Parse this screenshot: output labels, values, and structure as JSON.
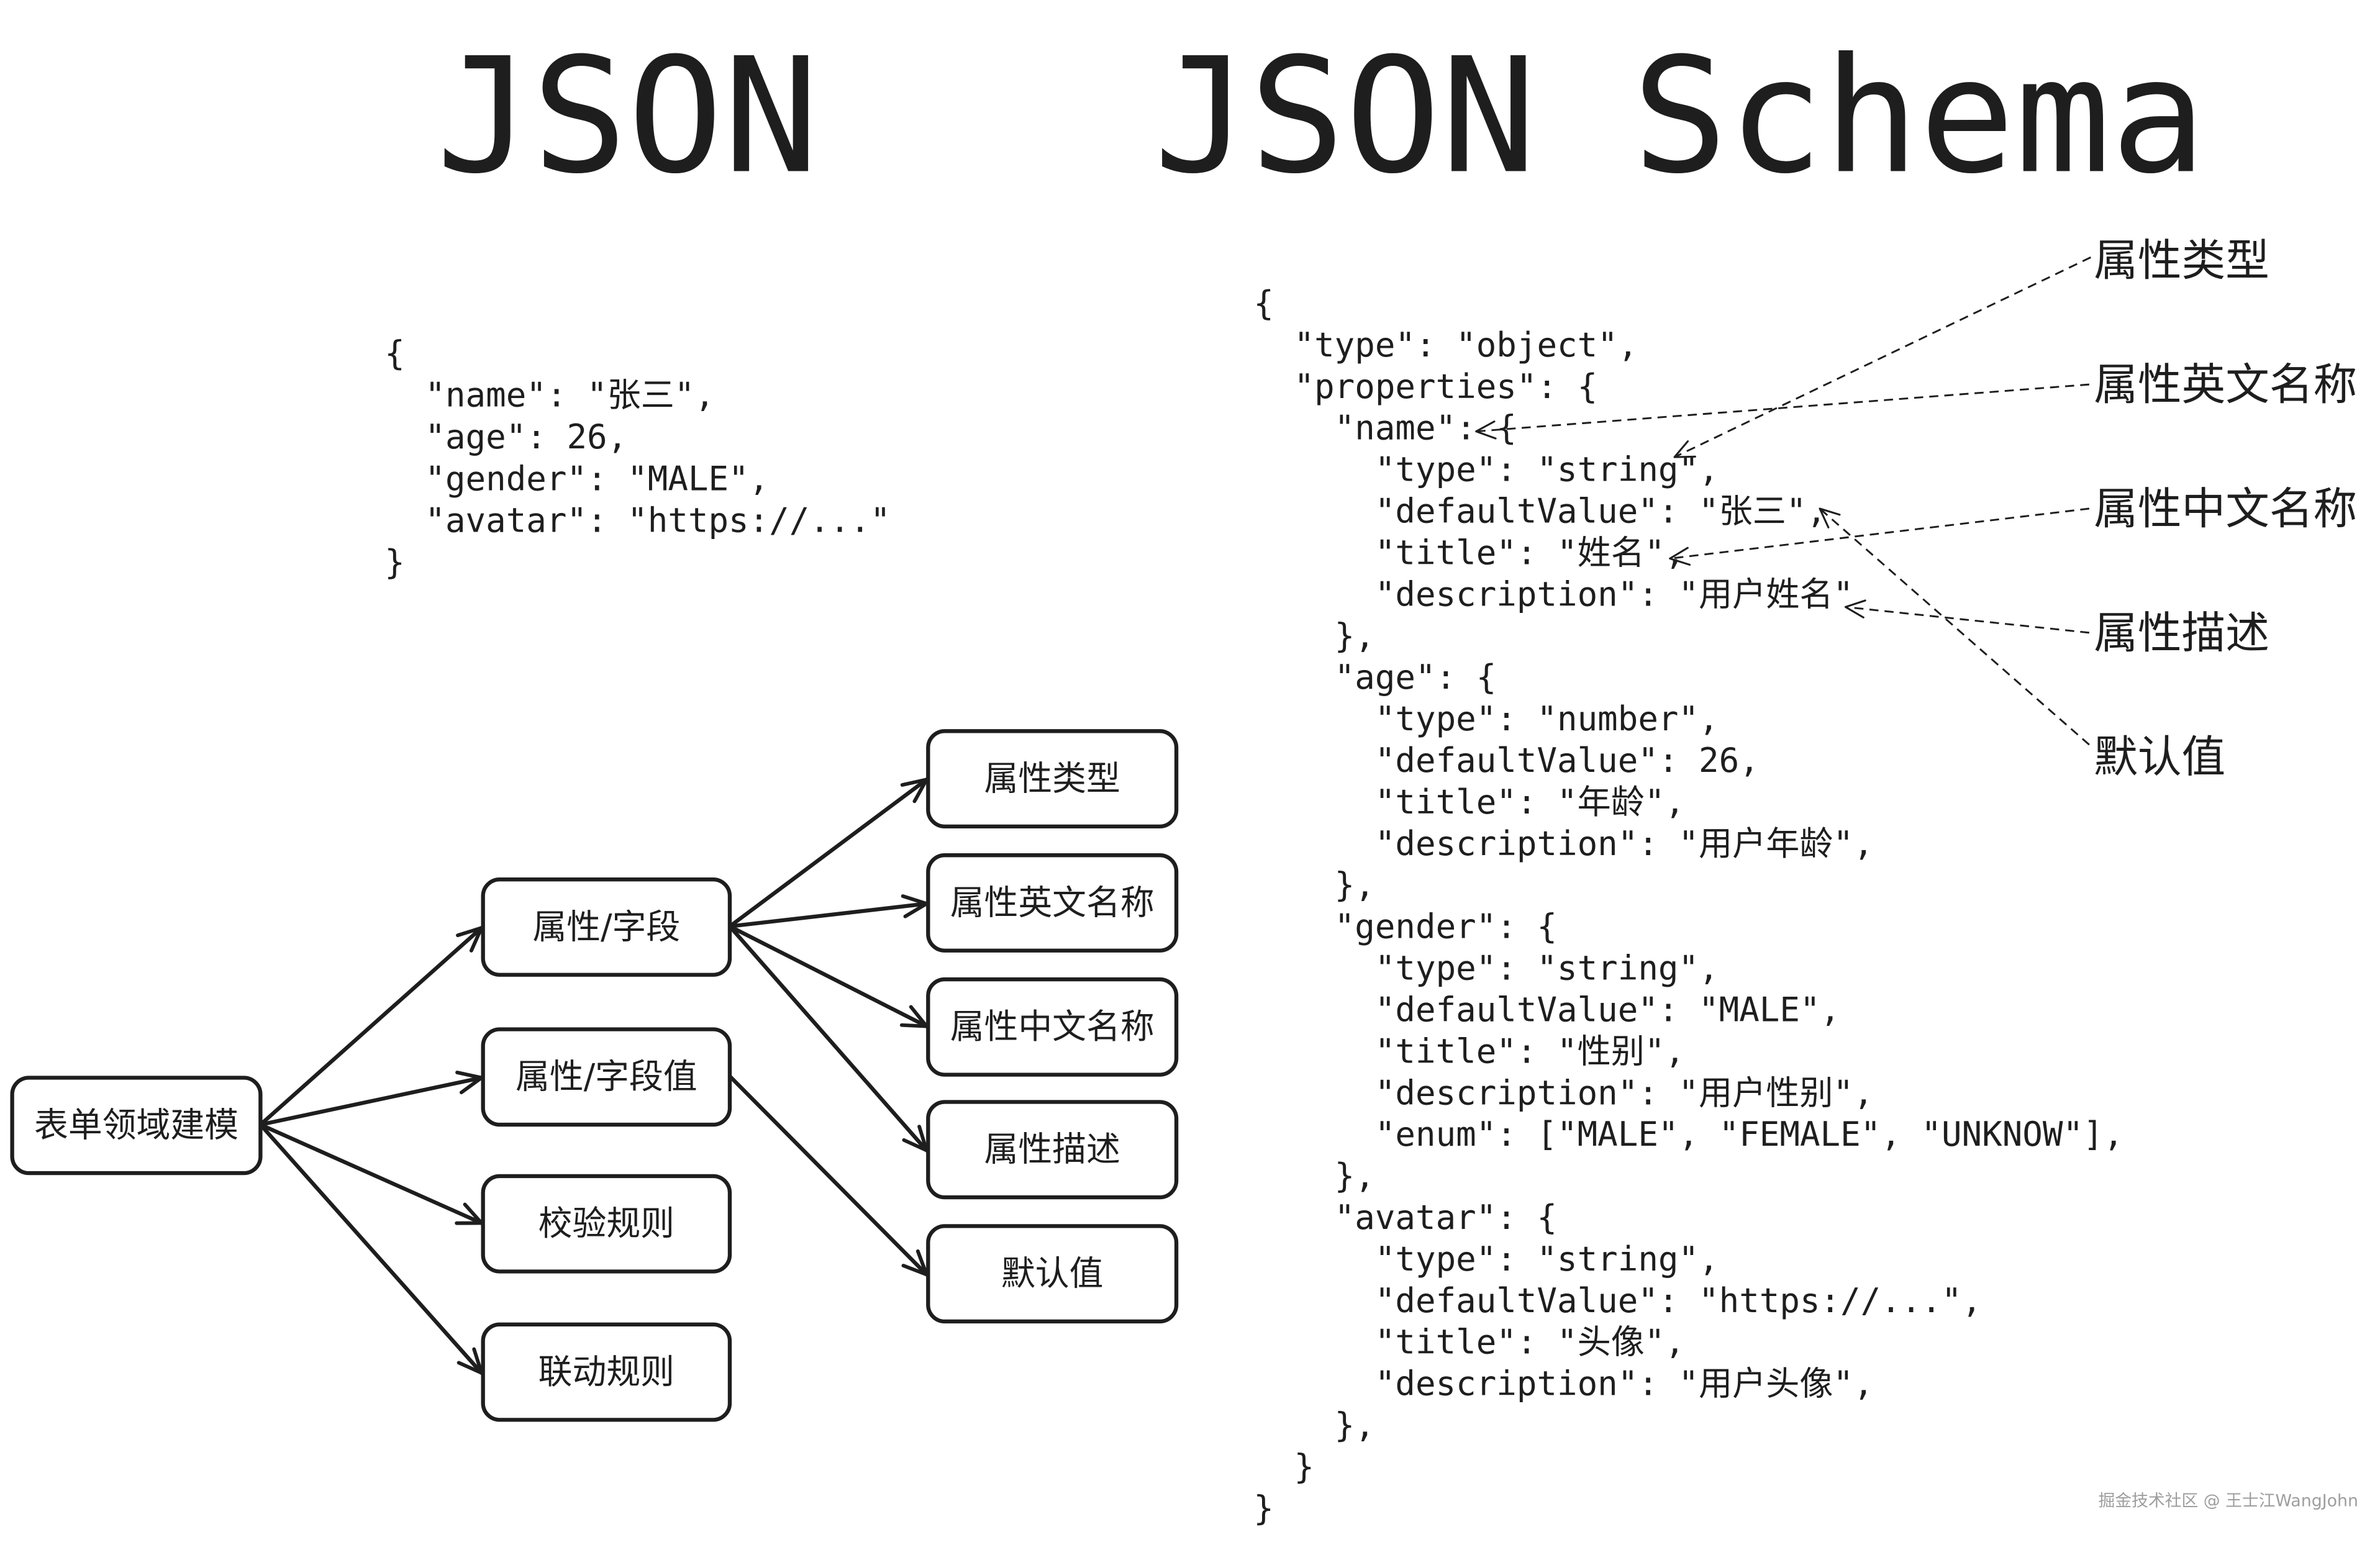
{
  "colors": {
    "ink": "#1e1e1e",
    "watermark": "#9e9e9e",
    "background": "#ffffff"
  },
  "titles": {
    "json": "JSON",
    "json_schema": "JSON Schema"
  },
  "json_example": {
    "lines": [
      "{",
      "  \"name\": \"张三\",",
      "  \"age\": 26,",
      "  \"gender\": \"MALE\",",
      "  \"avatar\": \"https://...\"",
      "}"
    ]
  },
  "json_schema": {
    "lines": [
      "{",
      "  \"type\": \"object\",",
      "  \"properties\": {",
      "    \"name\": {",
      "      \"type\": \"string\",",
      "      \"defaultValue\": \"张三\",",
      "      \"title\": \"姓名\",",
      "      \"description\": \"用户姓名\"",
      "    },",
      "    \"age\": {",
      "      \"type\": \"number\",",
      "      \"defaultValue\": 26,",
      "      \"title\": \"年龄\",",
      "      \"description\": \"用户年龄\",",
      "    },",
      "    \"gender\": {",
      "      \"type\": \"string\",",
      "      \"defaultValue\": \"MALE\",",
      "      \"title\": \"性别\",",
      "      \"description\": \"用户性别\",",
      "      \"enum\": [\"MALE\", \"FEMALE\", \"UNKNOW\"],",
      "    },",
      "    \"avatar\": {",
      "      \"type\": \"string\",",
      "      \"defaultValue\": \"https://...\",",
      "      \"title\": \"头像\",",
      "      \"description\": \"用户头像\",",
      "    },",
      "  }",
      "}"
    ]
  },
  "annotations": [
    "属性类型",
    "属性英文名称",
    "属性中文名称",
    "属性描述",
    "默认值"
  ],
  "mind_map": {
    "root": {
      "label": "表单领域建模",
      "children": [
        {
          "label": "属性/字段",
          "children": [
            {
              "label": "属性类型"
            },
            {
              "label": "属性英文名称"
            },
            {
              "label": "属性中文名称"
            },
            {
              "label": "属性描述"
            }
          ]
        },
        {
          "label": "属性/字段值",
          "children": [
            {
              "label": "默认值"
            }
          ]
        },
        {
          "label": "校验规则"
        },
        {
          "label": "联动规则"
        }
      ]
    }
  },
  "watermark": "掘金技术社区 @ 王士江WangJohn"
}
